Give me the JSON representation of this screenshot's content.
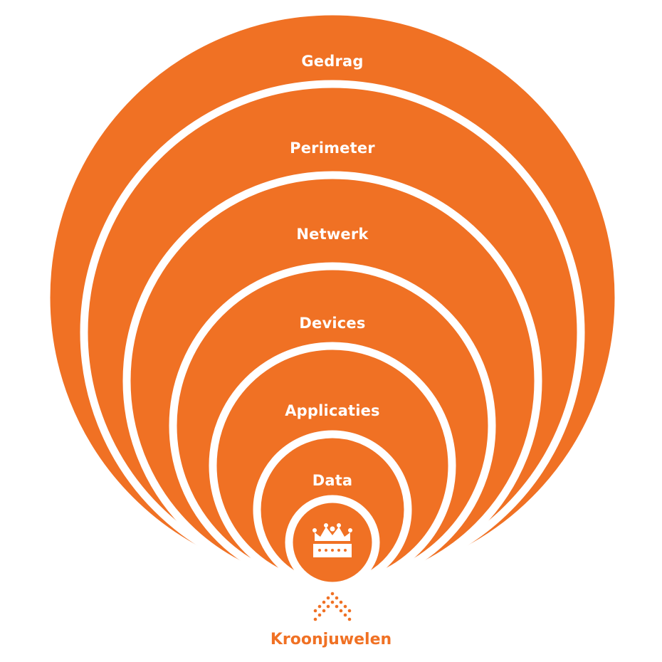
{
  "colors": {
    "accent": "#F07124",
    "background": "#FFFFFF",
    "label_text": "#FFFFFF"
  },
  "layers": [
    {
      "label": "Gedrag"
    },
    {
      "label": "Perimeter"
    },
    {
      "label": "Netwerk"
    },
    {
      "label": "Devices"
    },
    {
      "label": "Applicaties"
    },
    {
      "label": "Data"
    }
  ],
  "core": {
    "icon": "crown-icon"
  },
  "arrow": {
    "icon": "dotted-arrow-up-icon"
  },
  "caption": "Kroonjuwelen"
}
